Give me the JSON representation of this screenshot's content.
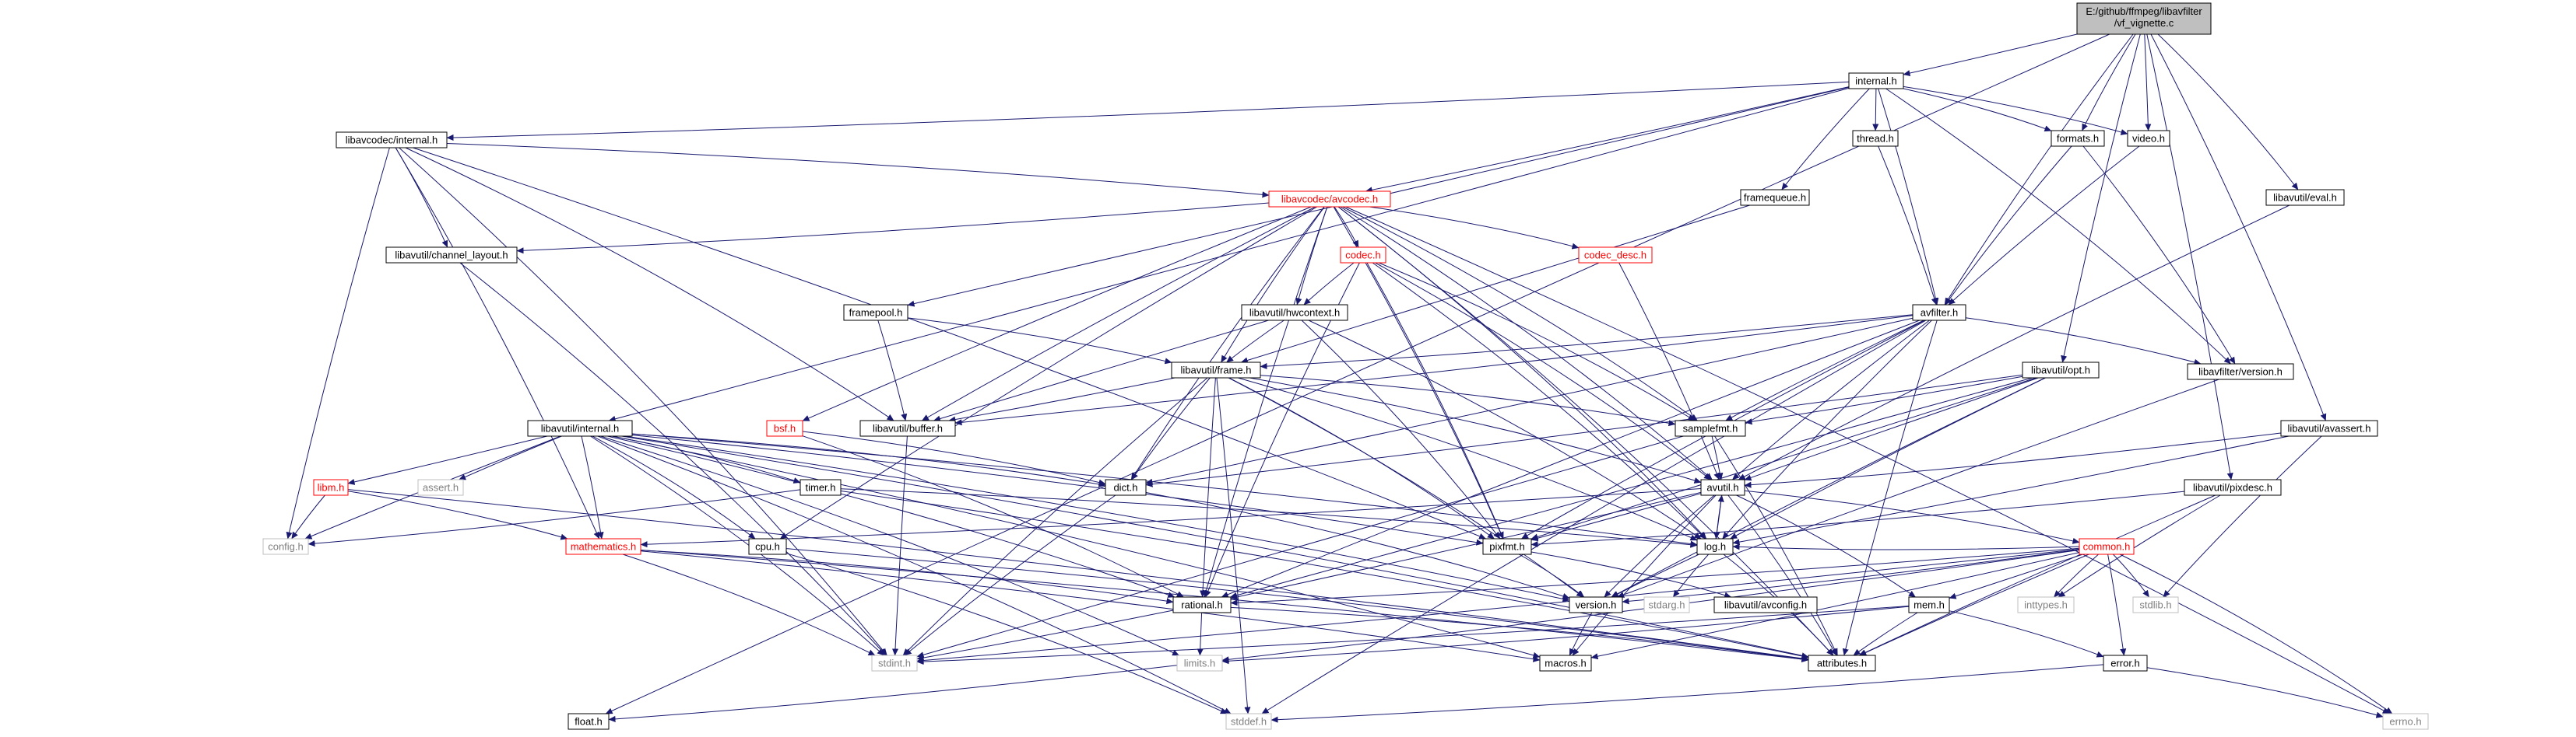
{
  "diagram": {
    "root": {
      "id": "root",
      "label_line1": "E:/github/ffmpeg/libavfilter",
      "label_line2": "/vf_vignette.c"
    },
    "colors": {
      "root_fill": "#bfbfbf",
      "normal_border": "#000000",
      "missing_border": "#ff0000",
      "external_border": "#bfbfbf",
      "normal_text": "#000000",
      "missing_text": "#ff0000",
      "external_text": "#808080",
      "edge": "#191970"
    },
    "nodes": [
      {
        "id": "internal_h",
        "label": "internal.h",
        "kind": "normal"
      },
      {
        "id": "lavc_internal",
        "label": "libavcodec/internal.h",
        "kind": "normal"
      },
      {
        "id": "lavc_avcodec",
        "label": "libavcodec/avcodec.h",
        "kind": "missing"
      },
      {
        "id": "channel_layout",
        "label": "libavutil/channel_layout.h",
        "kind": "normal"
      },
      {
        "id": "thread_h",
        "label": "thread.h",
        "kind": "normal"
      },
      {
        "id": "formats_h",
        "label": "formats.h",
        "kind": "normal"
      },
      {
        "id": "video_h",
        "label": "video.h",
        "kind": "normal"
      },
      {
        "id": "eval_h",
        "label": "libavutil/eval.h",
        "kind": "normal"
      },
      {
        "id": "framequeue_h",
        "label": "framequeue.h",
        "kind": "normal"
      },
      {
        "id": "codec_h",
        "label": "codec.h",
        "kind": "missing"
      },
      {
        "id": "codec_desc_h",
        "label": "codec_desc.h",
        "kind": "missing"
      },
      {
        "id": "hwcontext_h",
        "label": "libavutil/hwcontext.h",
        "kind": "normal"
      },
      {
        "id": "framepool_h",
        "label": "framepool.h",
        "kind": "normal"
      },
      {
        "id": "avfilter_h",
        "label": "avfilter.h",
        "kind": "normal"
      },
      {
        "id": "lavfi_version",
        "label": "libavfilter/version.h",
        "kind": "normal"
      },
      {
        "id": "frame_h",
        "label": "libavutil/frame.h",
        "kind": "normal"
      },
      {
        "id": "buffer_h",
        "label": "libavutil/buffer.h",
        "kind": "normal"
      },
      {
        "id": "opt_h",
        "label": "libavutil/opt.h",
        "kind": "normal"
      },
      {
        "id": "lavu_internal",
        "label": "libavutil/internal.h",
        "kind": "normal"
      },
      {
        "id": "bsf_h",
        "label": "bsf.h",
        "kind": "missing"
      },
      {
        "id": "samplefmt_h",
        "label": "samplefmt.h",
        "kind": "normal"
      },
      {
        "id": "avassert_h",
        "label": "libavutil/avassert.h",
        "kind": "normal"
      },
      {
        "id": "libm_h",
        "label": "libm.h",
        "kind": "missing"
      },
      {
        "id": "assert_h",
        "label": "assert.h",
        "kind": "external"
      },
      {
        "id": "timer_h",
        "label": "timer.h",
        "kind": "normal"
      },
      {
        "id": "dict_h",
        "label": "dict.h",
        "kind": "normal"
      },
      {
        "id": "avutil_h",
        "label": "avutil.h",
        "kind": "normal"
      },
      {
        "id": "pixdesc_h",
        "label": "libavutil/pixdesc.h",
        "kind": "normal"
      },
      {
        "id": "config_h",
        "label": "config.h",
        "kind": "external"
      },
      {
        "id": "mathematics_h",
        "label": "mathematics.h",
        "kind": "missing"
      },
      {
        "id": "cpu_h",
        "label": "cpu.h",
        "kind": "normal"
      },
      {
        "id": "pixfmt_h",
        "label": "pixfmt.h",
        "kind": "normal"
      },
      {
        "id": "log_h",
        "label": "log.h",
        "kind": "normal"
      },
      {
        "id": "common_h",
        "label": "common.h",
        "kind": "missing"
      },
      {
        "id": "rational_h",
        "label": "rational.h",
        "kind": "normal"
      },
      {
        "id": "version_h",
        "label": "version.h",
        "kind": "normal"
      },
      {
        "id": "stdarg_h",
        "label": "stdarg.h",
        "kind": "external"
      },
      {
        "id": "avconfig_h",
        "label": "libavutil/avconfig.h",
        "kind": "normal"
      },
      {
        "id": "mem_h",
        "label": "mem.h",
        "kind": "normal"
      },
      {
        "id": "inttypes_h",
        "label": "inttypes.h",
        "kind": "external"
      },
      {
        "id": "stdlib_h",
        "label": "stdlib.h",
        "kind": "external"
      },
      {
        "id": "stdint_h",
        "label": "stdint.h",
        "kind": "external"
      },
      {
        "id": "limits_h",
        "label": "limits.h",
        "kind": "external"
      },
      {
        "id": "macros_h",
        "label": "macros.h",
        "kind": "normal"
      },
      {
        "id": "attributes_h",
        "label": "attributes.h",
        "kind": "normal"
      },
      {
        "id": "error_h",
        "label": "error.h",
        "kind": "normal"
      },
      {
        "id": "float_h",
        "label": "float.h",
        "kind": "normal"
      },
      {
        "id": "stddef_h",
        "label": "stddef.h",
        "kind": "external"
      },
      {
        "id": "errno_h",
        "label": "errno.h",
        "kind": "external"
      }
    ],
    "edges": [
      [
        "root",
        "internal_h"
      ],
      [
        "root",
        "float_h"
      ],
      [
        "root",
        "avfilter_h"
      ],
      [
        "root",
        "formats_h"
      ],
      [
        "root",
        "video_h"
      ],
      [
        "root",
        "opt_h"
      ],
      [
        "root",
        "eval_h"
      ],
      [
        "root",
        "avassert_h"
      ],
      [
        "root",
        "pixdesc_h"
      ],
      [
        "internal_h",
        "lavc_internal"
      ],
      [
        "internal_h",
        "lavu_internal"
      ],
      [
        "internal_h",
        "lavc_avcodec"
      ],
      [
        "internal_h",
        "framepool_h"
      ],
      [
        "internal_h",
        "framequeue_h"
      ],
      [
        "internal_h",
        "thread_h"
      ],
      [
        "internal_h",
        "formats_h"
      ],
      [
        "internal_h",
        "video_h"
      ],
      [
        "internal_h",
        "avfilter_h"
      ],
      [
        "internal_h",
        "lavfi_version"
      ],
      [
        "lavc_internal",
        "lavc_avcodec"
      ],
      [
        "lavc_internal",
        "channel_layout"
      ],
      [
        "lavc_internal",
        "buffer_h"
      ],
      [
        "lavc_internal",
        "config_h"
      ],
      [
        "lavc_internal",
        "mathematics_h"
      ],
      [
        "lavc_internal",
        "pixfmt_h"
      ],
      [
        "lavc_internal",
        "stdint_h"
      ],
      [
        "lavc_avcodec",
        "channel_layout"
      ],
      [
        "lavc_avcodec",
        "codec_h"
      ],
      [
        "lavc_avcodec",
        "codec_desc_h"
      ],
      [
        "lavc_avcodec",
        "bsf_h"
      ],
      [
        "lavc_avcodec",
        "hwcontext_h"
      ],
      [
        "lavc_avcodec",
        "frame_h"
      ],
      [
        "lavc_avcodec",
        "buffer_h"
      ],
      [
        "lavc_avcodec",
        "samplefmt_h"
      ],
      [
        "lavc_avcodec",
        "dict_h"
      ],
      [
        "lavc_avcodec",
        "avutil_h"
      ],
      [
        "lavc_avcodec",
        "cpu_h"
      ],
      [
        "lavc_avcodec",
        "pixfmt_h"
      ],
      [
        "lavc_avcodec",
        "log_h"
      ],
      [
        "lavc_avcodec",
        "rational_h"
      ],
      [
        "lavc_avcodec",
        "attributes_h"
      ],
      [
        "lavc_avcodec",
        "errno_h"
      ],
      [
        "channel_layout",
        "stdint_h"
      ],
      [
        "thread_h",
        "avfilter_h"
      ],
      [
        "formats_h",
        "avfilter_h"
      ],
      [
        "formats_h",
        "lavfi_version"
      ],
      [
        "video_h",
        "avfilter_h"
      ],
      [
        "eval_h",
        "avutil_h"
      ],
      [
        "framequeue_h",
        "frame_h"
      ],
      [
        "codec_h",
        "hwcontext_h"
      ],
      [
        "codec_h",
        "samplefmt_h"
      ],
      [
        "codec_h",
        "avutil_h"
      ],
      [
        "codec_h",
        "pixfmt_h"
      ],
      [
        "codec_h",
        "log_h"
      ],
      [
        "codec_h",
        "rational_h"
      ],
      [
        "codec_desc_h",
        "avutil_h"
      ],
      [
        "hwcontext_h",
        "buffer_h"
      ],
      [
        "hwcontext_h",
        "frame_h"
      ],
      [
        "hwcontext_h",
        "log_h"
      ],
      [
        "hwcontext_h",
        "pixfmt_h"
      ],
      [
        "framepool_h",
        "buffer_h"
      ],
      [
        "framepool_h",
        "frame_h"
      ],
      [
        "avfilter_h",
        "lavfi_version"
      ],
      [
        "avfilter_h",
        "frame_h"
      ],
      [
        "avfilter_h",
        "buffer_h"
      ],
      [
        "avfilter_h",
        "samplefmt_h"
      ],
      [
        "avfilter_h",
        "dict_h"
      ],
      [
        "avfilter_h",
        "avutil_h"
      ],
      [
        "avfilter_h",
        "log_h"
      ],
      [
        "avfilter_h",
        "pixfmt_h"
      ],
      [
        "avfilter_h",
        "rational_h"
      ],
      [
        "avfilter_h",
        "attributes_h"
      ],
      [
        "avfilter_h",
        "stddef_h"
      ],
      [
        "lavfi_version",
        "version_h"
      ],
      [
        "frame_h",
        "buffer_h"
      ],
      [
        "frame_h",
        "dict_h"
      ],
      [
        "frame_h",
        "samplefmt_h"
      ],
      [
        "frame_h",
        "avutil_h"
      ],
      [
        "frame_h",
        "pixfmt_h"
      ],
      [
        "frame_h",
        "rational_h"
      ],
      [
        "frame_h",
        "version_h"
      ],
      [
        "frame_h",
        "stdint_h"
      ],
      [
        "frame_h",
        "stddef_h"
      ],
      [
        "frame_h",
        "log_h"
      ],
      [
        "buffer_h",
        "stdint_h"
      ],
      [
        "opt_h",
        "samplefmt_h"
      ],
      [
        "opt_h",
        "dict_h"
      ],
      [
        "opt_h",
        "avutil_h"
      ],
      [
        "opt_h",
        "pixfmt_h"
      ],
      [
        "opt_h",
        "log_h"
      ],
      [
        "opt_h",
        "rational_h"
      ],
      [
        "opt_h",
        "version_h"
      ],
      [
        "lavu_internal",
        "libm_h"
      ],
      [
        "lavu_internal",
        "assert_h"
      ],
      [
        "lavu_internal",
        "timer_h"
      ],
      [
        "lavu_internal",
        "dict_h"
      ],
      [
        "lavu_internal",
        "config_h"
      ],
      [
        "lavu_internal",
        "mathematics_h"
      ],
      [
        "lavu_internal",
        "cpu_h"
      ],
      [
        "lavu_internal",
        "pixfmt_h"
      ],
      [
        "lavu_internal",
        "log_h"
      ],
      [
        "lavu_internal",
        "rational_h"
      ],
      [
        "lavu_internal",
        "version_h"
      ],
      [
        "lavu_internal",
        "stdint_h"
      ],
      [
        "lavu_internal",
        "limits_h"
      ],
      [
        "lavu_internal",
        "stddef_h"
      ],
      [
        "lavu_internal",
        "attributes_h"
      ],
      [
        "lavu_internal",
        "macros_h"
      ],
      [
        "bsf_h",
        "dict_h"
      ],
      [
        "bsf_h",
        "rational_h"
      ],
      [
        "samplefmt_h",
        "avutil_h"
      ],
      [
        "samplefmt_h",
        "attributes_h"
      ],
      [
        "samplefmt_h",
        "stdint_h"
      ],
      [
        "avassert_h",
        "avutil_h"
      ],
      [
        "avassert_h",
        "log_h"
      ],
      [
        "avassert_h",
        "stdlib_h"
      ],
      [
        "libm_h",
        "config_h"
      ],
      [
        "libm_h",
        "mathematics_h"
      ],
      [
        "libm_h",
        "attributes_h"
      ],
      [
        "timer_h",
        "config_h"
      ],
      [
        "timer_h",
        "log_h"
      ],
      [
        "timer_h",
        "attributes_h"
      ],
      [
        "dict_h",
        "stdint_h"
      ],
      [
        "dict_h",
        "version_h"
      ],
      [
        "avutil_h",
        "common_h"
      ],
      [
        "avutil_h",
        "pixfmt_h"
      ],
      [
        "avutil_h",
        "log_h"
      ],
      [
        "avutil_h",
        "mathematics_h"
      ],
      [
        "avutil_h",
        "rational_h"
      ],
      [
        "avutil_h",
        "version_h"
      ],
      [
        "avutil_h",
        "macros_h"
      ],
      [
        "avutil_h",
        "attributes_h"
      ],
      [
        "avutil_h",
        "mem_h"
      ],
      [
        "pixdesc_h",
        "pixfmt_h"
      ],
      [
        "pixdesc_h",
        "inttypes_h"
      ],
      [
        "pixdesc_h",
        "attributes_h"
      ],
      [
        "mathematics_h",
        "stdint_h"
      ],
      [
        "mathematics_h",
        "attributes_h"
      ],
      [
        "mathematics_h",
        "rational_h"
      ],
      [
        "mathematics_h",
        "macros_h"
      ],
      [
        "cpu_h",
        "attributes_h"
      ],
      [
        "cpu_h",
        "stddef_h"
      ],
      [
        "pixfmt_h",
        "version_h"
      ],
      [
        "pixfmt_h",
        "avconfig_h"
      ],
      [
        "log_h",
        "stdarg_h"
      ],
      [
        "log_h",
        "avutil_h"
      ],
      [
        "log_h",
        "attributes_h"
      ],
      [
        "log_h",
        "version_h"
      ],
      [
        "common_h",
        "version_h"
      ],
      [
        "common_h",
        "errno_h"
      ],
      [
        "common_h",
        "inttypes_h"
      ],
      [
        "common_h",
        "limits_h"
      ],
      [
        "common_h",
        "stdint_h"
      ],
      [
        "common_h",
        "stdlib_h"
      ],
      [
        "common_h",
        "attributes_h"
      ],
      [
        "common_h",
        "macros_h"
      ],
      [
        "common_h",
        "rational_h"
      ],
      [
        "common_h",
        "mem_h"
      ],
      [
        "common_h",
        "error_h"
      ],
      [
        "common_h",
        "log_h"
      ],
      [
        "rational_h",
        "stdint_h"
      ],
      [
        "rational_h",
        "limits_h"
      ],
      [
        "rational_h",
        "attributes_h"
      ],
      [
        "version_h",
        "macros_h"
      ],
      [
        "mem_h",
        "stdint_h"
      ],
      [
        "mem_h",
        "attributes_h"
      ],
      [
        "mem_h",
        "error_h"
      ],
      [
        "mem_h",
        "limits_h"
      ],
      [
        "error_h",
        "errno_h"
      ],
      [
        "error_h",
        "stddef_h"
      ],
      [
        "limits_h",
        "float_h"
      ]
    ]
  }
}
